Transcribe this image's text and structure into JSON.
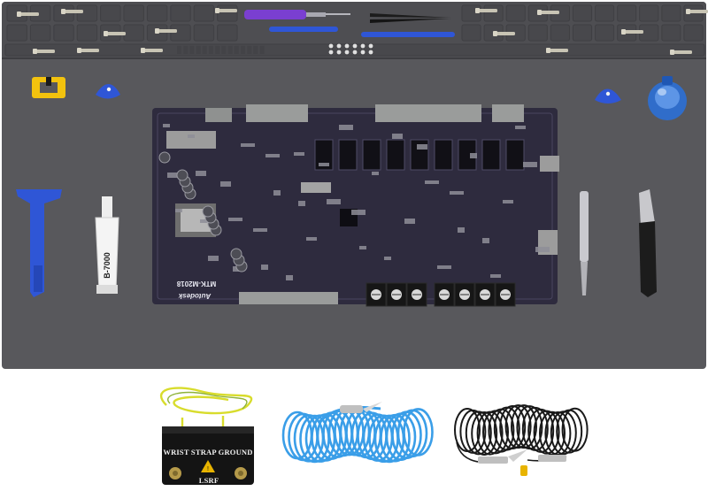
{
  "product": {
    "mat_color": "#58585c",
    "tray_color": "#4c4c50",
    "board_color": "#2e2b3e"
  },
  "labels": {
    "ground_box_title": "WRIST STRAP GROUND",
    "ground_box_brand": "LSRF",
    "glue_tube": "B-7000",
    "board_model": "MTK-M2018",
    "board_brand": "Autodesk"
  },
  "colors": {
    "blue_tool": "#2f56d6",
    "yellow_clip": "#f2c20e",
    "coil_blue": "#3a9ee8",
    "coil_black": "#1a1a1a",
    "yellow_green_cord": "#d8dc2c",
    "purple_screwdriver": "#7a3fd1"
  },
  "icons": {
    "esd_warning": "esd-warning-icon"
  }
}
